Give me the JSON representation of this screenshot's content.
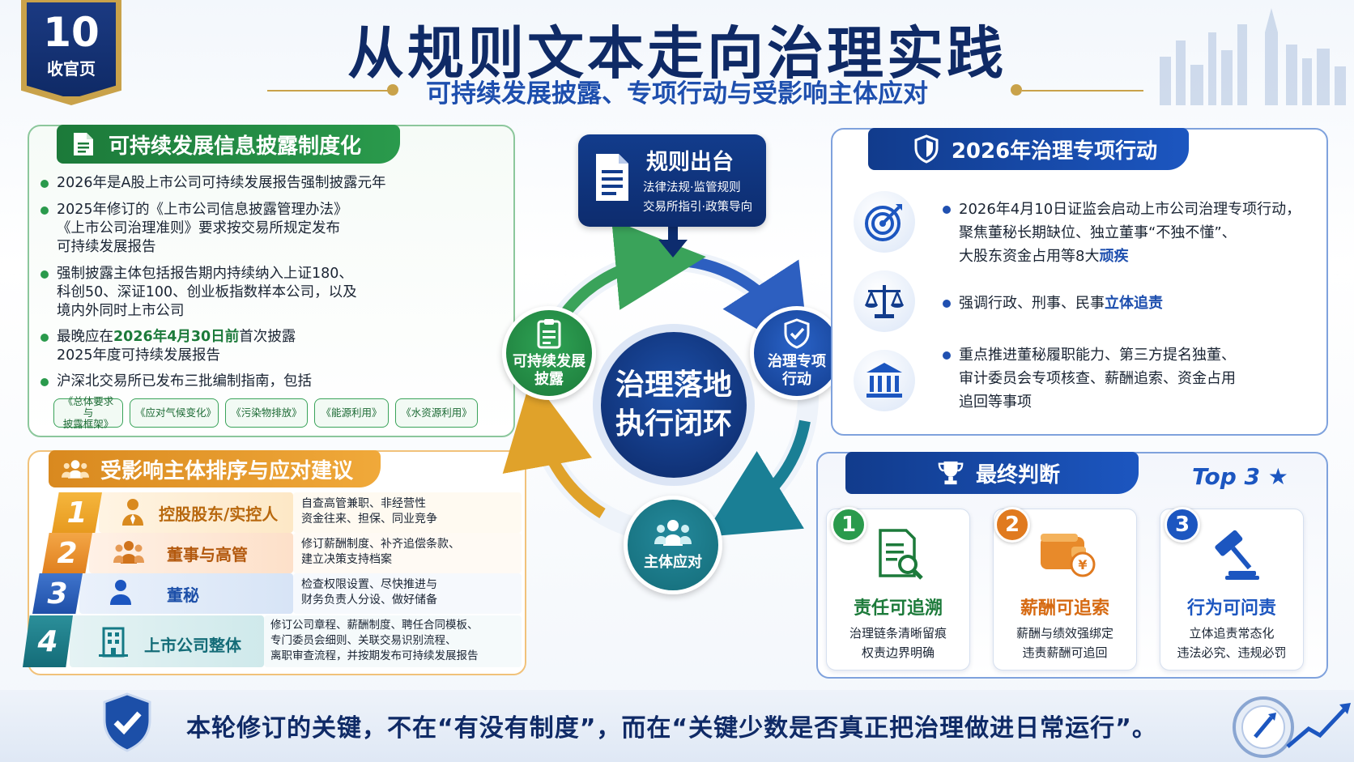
{
  "badge": {
    "number": "10",
    "label": "收官页"
  },
  "title": "从规则文本走向治理实践",
  "subtitle": "可持续发展披露、专项行动与受影响主体应对",
  "colors": {
    "navy": "#0f2a66",
    "blue": "#1e4fae",
    "green": "#2a9a4c",
    "orange": "#f0a93a",
    "gold": "#c9a24a"
  },
  "disclosure": {
    "heading": "可持续发展信息披露制度化",
    "icon": "document-icon",
    "b1": "2026年是A股上市公司可持续发展报告强制披露元年",
    "b2_l1": "2025年修订的《上市公司信息披露管理办法》",
    "b2_l2": "《上市公司治理准则》要求按交易所规定发布",
    "b2_l3": "可持续发展报告",
    "b3_l1": "强制披露主体包括报告期内持续纳入上证180、",
    "b3_l2": "科创50、深证100、创业板指数样本公司，以及",
    "b3_l3": "境内外同时上市公司",
    "b4_pre": "最晚应在",
    "b4_hl": "2026年4月30日前",
    "b4_post": "首次披露",
    "b4_l2": "2025年度可持续发展报告",
    "b5": "沪深北交易所已发布三批编制指南，包括",
    "chips": {
      "c1a": "《总体要求与",
      "c1b": "披露框架》",
      "c2": "《应对气候变化》",
      "c3": "《污染物排放》",
      "c4": "《能源利用》",
      "c5": "《水资源利用》"
    }
  },
  "affected": {
    "heading": "受影响主体排序与应对建议",
    "icon": "people-icon",
    "r1": {
      "num": "1",
      "name": "控股股东/实控人",
      "d1": "自查高管兼职、非经营性",
      "d2": "资金往来、担保、同业竞争",
      "icon": "person-tie-icon"
    },
    "r2": {
      "num": "2",
      "name": "董事与高管",
      "d1": "修订薪酬制度、补齐追偿条款、",
      "d2": "建立决策支持档案",
      "icon": "group-icon"
    },
    "r3": {
      "num": "3",
      "name": "董秘",
      "d1": "检查权限设置、尽快推进与",
      "d2": "财务负责人分设、做好储备",
      "icon": "person-icon"
    },
    "r4": {
      "num": "4",
      "name": "上市公司整体",
      "d1": "修订公司章程、薪酬制度、聘任合同模板、",
      "d2": "专门委员会细则、关联交易识别流程、",
      "d3": "离职审查流程，并按期发布可持续发展报告",
      "icon": "building-icon"
    }
  },
  "cycle": {
    "rules_title": "规则出台",
    "rules_l1": "法律法规·监管规则",
    "rules_l2": "交易所指引·政策导向",
    "left_l1": "可持续发展",
    "left_l2": "披露",
    "right_l1": "治理专项",
    "right_l2": "行动",
    "bottom": "主体应对",
    "core_l1": "治理落地",
    "core_l2": "执行闭环"
  },
  "action": {
    "heading": "2026年治理专项行动",
    "icon": "shield-icon",
    "b1_l1": "2026年4月10日证监会启动上市公司治理专项行动，",
    "b1_l2": "聚焦董秘长期缺位、独立董事“不独不懂”、",
    "b1_pre": "大股东资金占用等8大",
    "b1_hl": "顽疾",
    "b2_pre": "强调行政、刑事、民事",
    "b2_hl": "立体追责",
    "b3_l1": "重点推进董秘履职能力、第三方提名独董、",
    "b3_l2": "审计委员会专项核查、薪酬追索、资金占用",
    "b3_l3": "追回等事项"
  },
  "judgement": {
    "heading": "最终判断",
    "top3": "Top 3 ★",
    "cards": [
      {
        "num": "1",
        "title": "责任可追溯",
        "l1": "治理链条清晰留痕",
        "l2": "权责边界明确",
        "color": "#2a9a4c",
        "icon": "document-search-icon"
      },
      {
        "num": "2",
        "title": "薪酬可追索",
        "l1": "薪酬与绩效强绑定",
        "l2": "违责薪酬可追回",
        "color": "#e07a1f",
        "icon": "wallet-icon"
      },
      {
        "num": "3",
        "title": "行为可问责",
        "l1": "立体追责常态化",
        "l2": "违法必究、违规必罚",
        "color": "#1c56c0",
        "icon": "gavel-icon"
      }
    ]
  },
  "bottom": "本轮修订的关键，不在“有没有制度”，而在“关键少数是否真正把治理做进日常运行”。"
}
